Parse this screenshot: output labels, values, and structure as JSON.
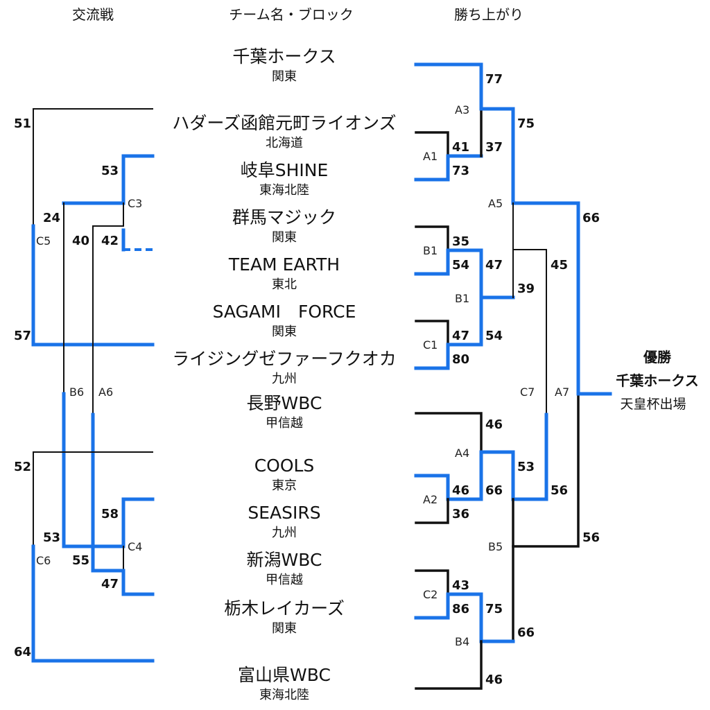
{
  "headers": {
    "left": "交流戦",
    "center": "チーム名・ブロック",
    "right": "勝ち上がり"
  },
  "teams": [
    {
      "name": "千葉ホークス",
      "region": "関東"
    },
    {
      "name": "ハダーズ函館元町ライオンズ",
      "region": "北海道"
    },
    {
      "name": "岐阜SHINE",
      "region": "東海北陸"
    },
    {
      "name": "群馬マジック",
      "region": "関東"
    },
    {
      "name": "TEAM EARTH",
      "region": "東北"
    },
    {
      "name": "SAGAMI　FORCE",
      "region": "関東"
    },
    {
      "name": "ライジングゼファーフクオカ",
      "region": "九州"
    },
    {
      "name": "長野WBC",
      "region": "甲信越"
    },
    {
      "name": "COOLS",
      "region": "東京"
    },
    {
      "name": "SEASIRS",
      "region": "九州"
    },
    {
      "name": "新潟WBC",
      "region": "甲信越"
    },
    {
      "name": "栃木レイカーズ",
      "region": "関東"
    },
    {
      "name": "富山県WBC",
      "region": "東海北陸"
    }
  ],
  "match_labels": [
    "C5",
    "C3",
    "B6",
    "A6",
    "C6",
    "C4",
    "A3",
    "A1",
    "A5",
    "B1",
    "B1",
    "C1",
    "C7",
    "A7",
    "A4",
    "A2",
    "B5",
    "C2",
    "B4"
  ],
  "scores_left": [
    "51",
    "53",
    "24",
    "40",
    "42",
    "57",
    "52",
    "58",
    "53",
    "55",
    "47",
    "64"
  ],
  "scores_right": [
    "77",
    "75",
    "41",
    "37",
    "73",
    "66",
    "35",
    "54",
    "47",
    "45",
    "39",
    "47",
    "54",
    "80",
    "46",
    "53",
    "46",
    "66",
    "56",
    "36",
    "56",
    "43",
    "86",
    "75",
    "66",
    "46"
  ],
  "champion": {
    "title": "優勝",
    "team": "千葉ホークス",
    "note": "天皇杯出場"
  }
}
